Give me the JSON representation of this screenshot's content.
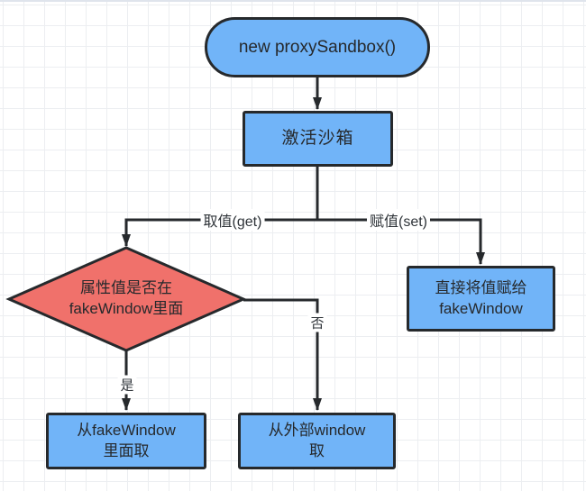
{
  "colors": {
    "process_fill": "#71B4F8",
    "decision_fill": "#F0716B",
    "stroke": "#26292C",
    "text": "#2E3338",
    "canvas_bg": "#FFFFFF",
    "grid_line": "#ECEEF1"
  },
  "nodes": {
    "start": {
      "label": "new proxySandbox()"
    },
    "activate": {
      "label": "激活沙箱"
    },
    "decision": {
      "line1": "属性值是否在",
      "line2": "fakeWindow里面"
    },
    "assign_fake": {
      "line1": "直接将值赋给",
      "line2": "fakeWindow"
    },
    "get_from_fake": {
      "line1": "从fakeWindow",
      "line2": "里面取"
    },
    "get_from_outer": {
      "line1": "从外部window",
      "line2": "取"
    }
  },
  "edge_labels": {
    "get": "取值(get)",
    "set": "赋值(set)",
    "yes": "是",
    "no": "否"
  }
}
